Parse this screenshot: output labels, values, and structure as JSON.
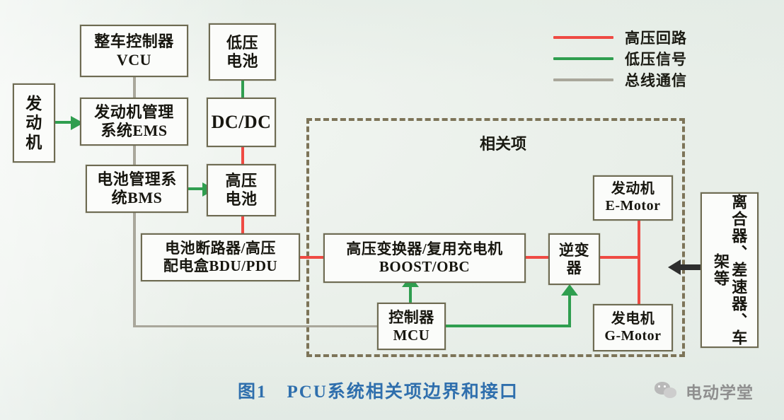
{
  "figure": {
    "caption_number": "图1",
    "caption_text": "PCU系统相关项边界和接口",
    "caption_color": "#2f6fad",
    "boundary_label": "相关项"
  },
  "legend": {
    "items": [
      {
        "label": "高压回路",
        "color": "#ef4a43",
        "icon": "red-line-swatch"
      },
      {
        "label": "低压信号",
        "color": "#2f9e4f",
        "icon": "green-line-swatch"
      },
      {
        "label": "总线通信",
        "color": "#a9a79b",
        "icon": "gray-line-swatch"
      }
    ]
  },
  "nodes": {
    "engine": {
      "label": "发\n动\n机"
    },
    "vcu": {
      "label": "整车控制器\nVCU"
    },
    "ems": {
      "label": "发动机管理\n系统EMS"
    },
    "bms": {
      "label": "电池管理系\n统BMS"
    },
    "lv_battery": {
      "label": "低压\n电池"
    },
    "dcdc": {
      "label": "DC/DC"
    },
    "hv_battery": {
      "label": "高压\n电池"
    },
    "bdu_pdu": {
      "label": "电池断路器/高压\n配电盒BDU/PDU"
    },
    "boost_obc": {
      "label": "高压变换器/复用充电机\nBOOST/OBC"
    },
    "inverter": {
      "label": "逆变\n器"
    },
    "mcu": {
      "label": "控制器\nMCU"
    },
    "e_motor": {
      "label": "发动机\nE-Motor"
    },
    "g_motor": {
      "label": "发电机\nG-Motor"
    },
    "driveline": {
      "label": "离合器、差速器、车架等"
    }
  },
  "watermark": {
    "text": "电动学堂",
    "icon": "wechat-icon"
  },
  "colors": {
    "high_voltage": "#ef4a43",
    "low_voltage": "#2f9e4f",
    "bus": "#a9a79b",
    "mechanical": "#2e2e2e",
    "box_border": "#6e6b52",
    "boundary": "#7d7458"
  }
}
